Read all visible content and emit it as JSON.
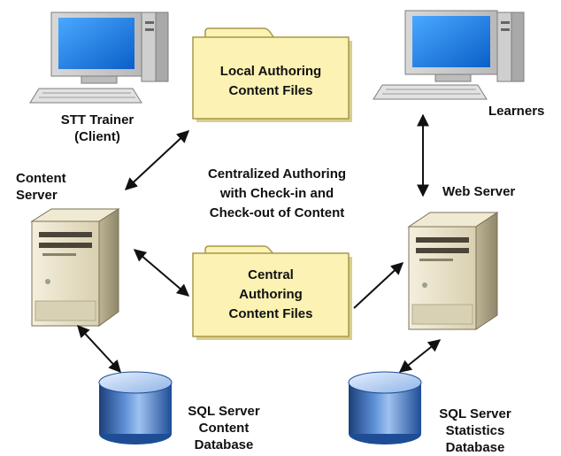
{
  "diagram": {
    "nodes": {
      "trainer_client": {
        "lines": [
          "STT Trainer",
          "(Client)"
        ]
      },
      "learners": {
        "lines": [
          "Learners"
        ]
      },
      "content_server": {
        "lines": [
          "Content",
          "Server"
        ]
      },
      "web_server": {
        "lines": [
          "Web Server"
        ]
      },
      "local_files": {
        "lines": [
          "Local Authoring",
          "Content Files"
        ]
      },
      "central_files": {
        "lines": [
          "Central",
          "Authoring",
          "Content Files"
        ]
      },
      "content_db": {
        "lines": [
          "SQL Server",
          "Content",
          "Database"
        ]
      },
      "statistics_db": {
        "lines": [
          "SQL Server",
          "Statistics",
          "Database"
        ]
      }
    },
    "annotation": {
      "lines": [
        "Centralized Authoring",
        "with Check-in and",
        "Check-out of Content"
      ]
    },
    "colors": {
      "folder_fill": "#fbf2b3",
      "folder_stroke": "#a89848",
      "server_body": "#e9e2c8",
      "monitor_screen": "#1f7fe6",
      "database_blue": "#2b5fb0",
      "arrow": "#111111"
    }
  }
}
